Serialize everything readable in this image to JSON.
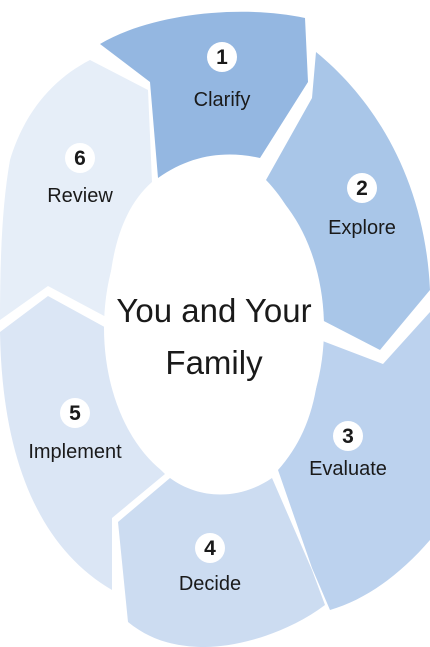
{
  "diagram": {
    "center": {
      "line1": "You and Your",
      "line2": "Family"
    },
    "steps": [
      {
        "number": "1",
        "label": "Clarify",
        "color": "#94b7e1"
      },
      {
        "number": "2",
        "label": "Explore",
        "color": "#a9c6e8"
      },
      {
        "number": "3",
        "label": "Evaluate",
        "color": "#bcd2ee"
      },
      {
        "number": "4",
        "label": "Decide",
        "color": "#ccdcf1"
      },
      {
        "number": "5",
        "label": "Implement",
        "color": "#dbe6f5"
      },
      {
        "number": "6",
        "label": "Review",
        "color": "#e6eef8"
      }
    ]
  }
}
